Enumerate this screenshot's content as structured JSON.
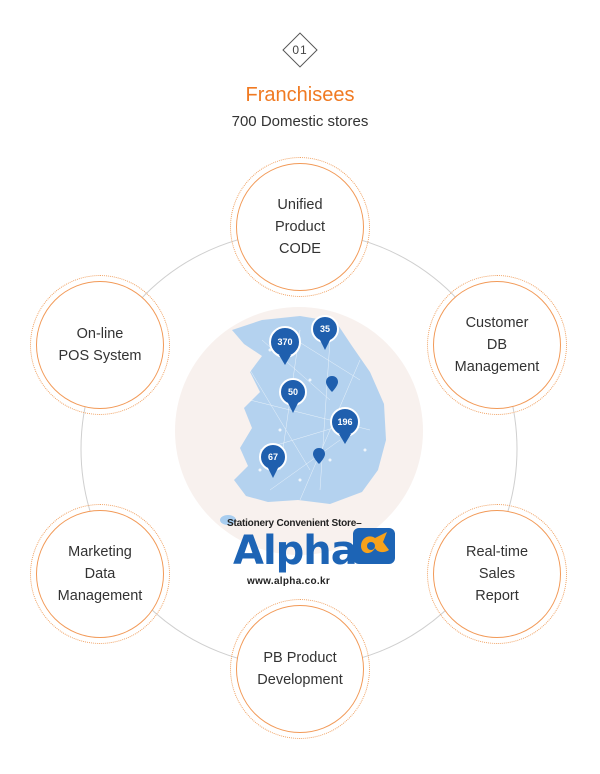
{
  "step": {
    "number": "01"
  },
  "header": {
    "title": "Franchisees",
    "subtitle": "700 Domestic stores"
  },
  "nodes": [
    {
      "id": "unified-product-code",
      "label": "Unified\nProduct\nCODE"
    },
    {
      "id": "customer-db-management",
      "label": "Customer\nDB\nManagement"
    },
    {
      "id": "realtime-sales-report",
      "label": "Real-time\nSales\nReport"
    },
    {
      "id": "pb-product-development",
      "label": "PB Product\nDevelopment"
    },
    {
      "id": "marketing-data-management",
      "label": "Marketing\nData\nManagement"
    },
    {
      "id": "online-pos-system",
      "label": "On-line\nPOS System"
    }
  ],
  "map": {
    "pins": [
      {
        "label": "370"
      },
      {
        "label": "35"
      },
      {
        "label": "50"
      },
      {
        "label": "196"
      },
      {
        "label": "67"
      }
    ]
  },
  "brand": {
    "tagline": "Stationery Convenient Store–",
    "name": "Alpha",
    "url": "www.alpha.co.kr"
  },
  "colors": {
    "accent_orange": "#f07a22",
    "node_border": "#f29a58",
    "pin_blue": "#1f5fae",
    "map_blue": "#a8cdef",
    "brand_blue": "#1d64b5",
    "center_bg": "#f8f1ee"
  }
}
